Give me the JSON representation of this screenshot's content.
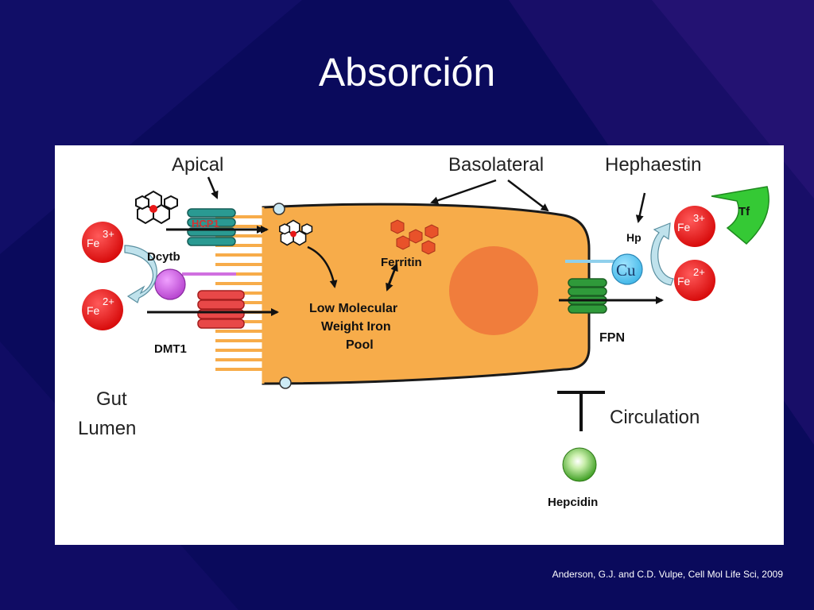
{
  "slide": {
    "title": "Absorción",
    "citation": "Anderson, G.J. and C.D. Vulpe, Cell Mol Life Sci, 2009"
  },
  "diagram": {
    "labels": {
      "apical": "Apical",
      "basolateral": "Basolateral",
      "hephaestin": "Hephaestin",
      "gut_lumen_line1": "Gut",
      "gut_lumen_line2": "Lumen",
      "circulation": "Circulation",
      "dcytb": "Dcytb",
      "dmt1": "DMT1",
      "hcp1": "HCP1",
      "ferritin": "Ferritin",
      "lmw_pool_line1": "Low Molecular",
      "lmw_pool_line2": "Weight Iron",
      "lmw_pool_line3": "Pool",
      "hp": "Hp",
      "cu": "Cu",
      "fpn": "FPN",
      "tf": "Tf",
      "hepcidin": "Hepcidin"
    },
    "ions": {
      "fe": "Fe",
      "fe3": "3+",
      "fe2": "2+"
    },
    "colors": {
      "cell": "#f7ac4a",
      "nucleus": "#f07d3c",
      "iron": "#e81818",
      "hcp1": "#2a9a92",
      "dmt1": "#e84848",
      "fpn": "#2f9a3a",
      "cu": "#59c6ee",
      "tf": "#35c935",
      "hepcidin": "#5fbf3a",
      "dcytb": "#c85ad8"
    }
  }
}
